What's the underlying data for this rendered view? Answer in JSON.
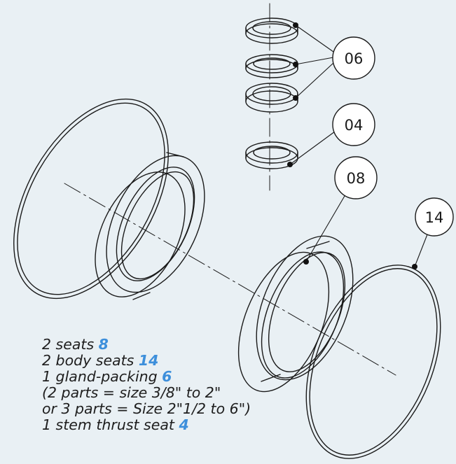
{
  "callouts": [
    {
      "id": "06",
      "label": "06"
    },
    {
      "id": "04",
      "label": "04"
    },
    {
      "id": "08",
      "label": "08"
    },
    {
      "id": "14",
      "label": "14"
    }
  ],
  "legend": [
    {
      "text": "2 seats ",
      "ref": "8"
    },
    {
      "text": "2 body seats ",
      "ref": "14"
    },
    {
      "text": "1 gland-packing ",
      "ref": "6"
    },
    {
      "text": "(2 parts = size 3/8\" to 2\"",
      "ref": ""
    },
    {
      "text": "or 3 parts = Size 2\"1/2 to 6\")",
      "ref": ""
    },
    {
      "text": "1 stem thrust seat ",
      "ref": "4"
    }
  ],
  "colors": {
    "background": "#e9f0f4",
    "ink": "#1a1a1a",
    "reference": "#3d8fdb"
  }
}
